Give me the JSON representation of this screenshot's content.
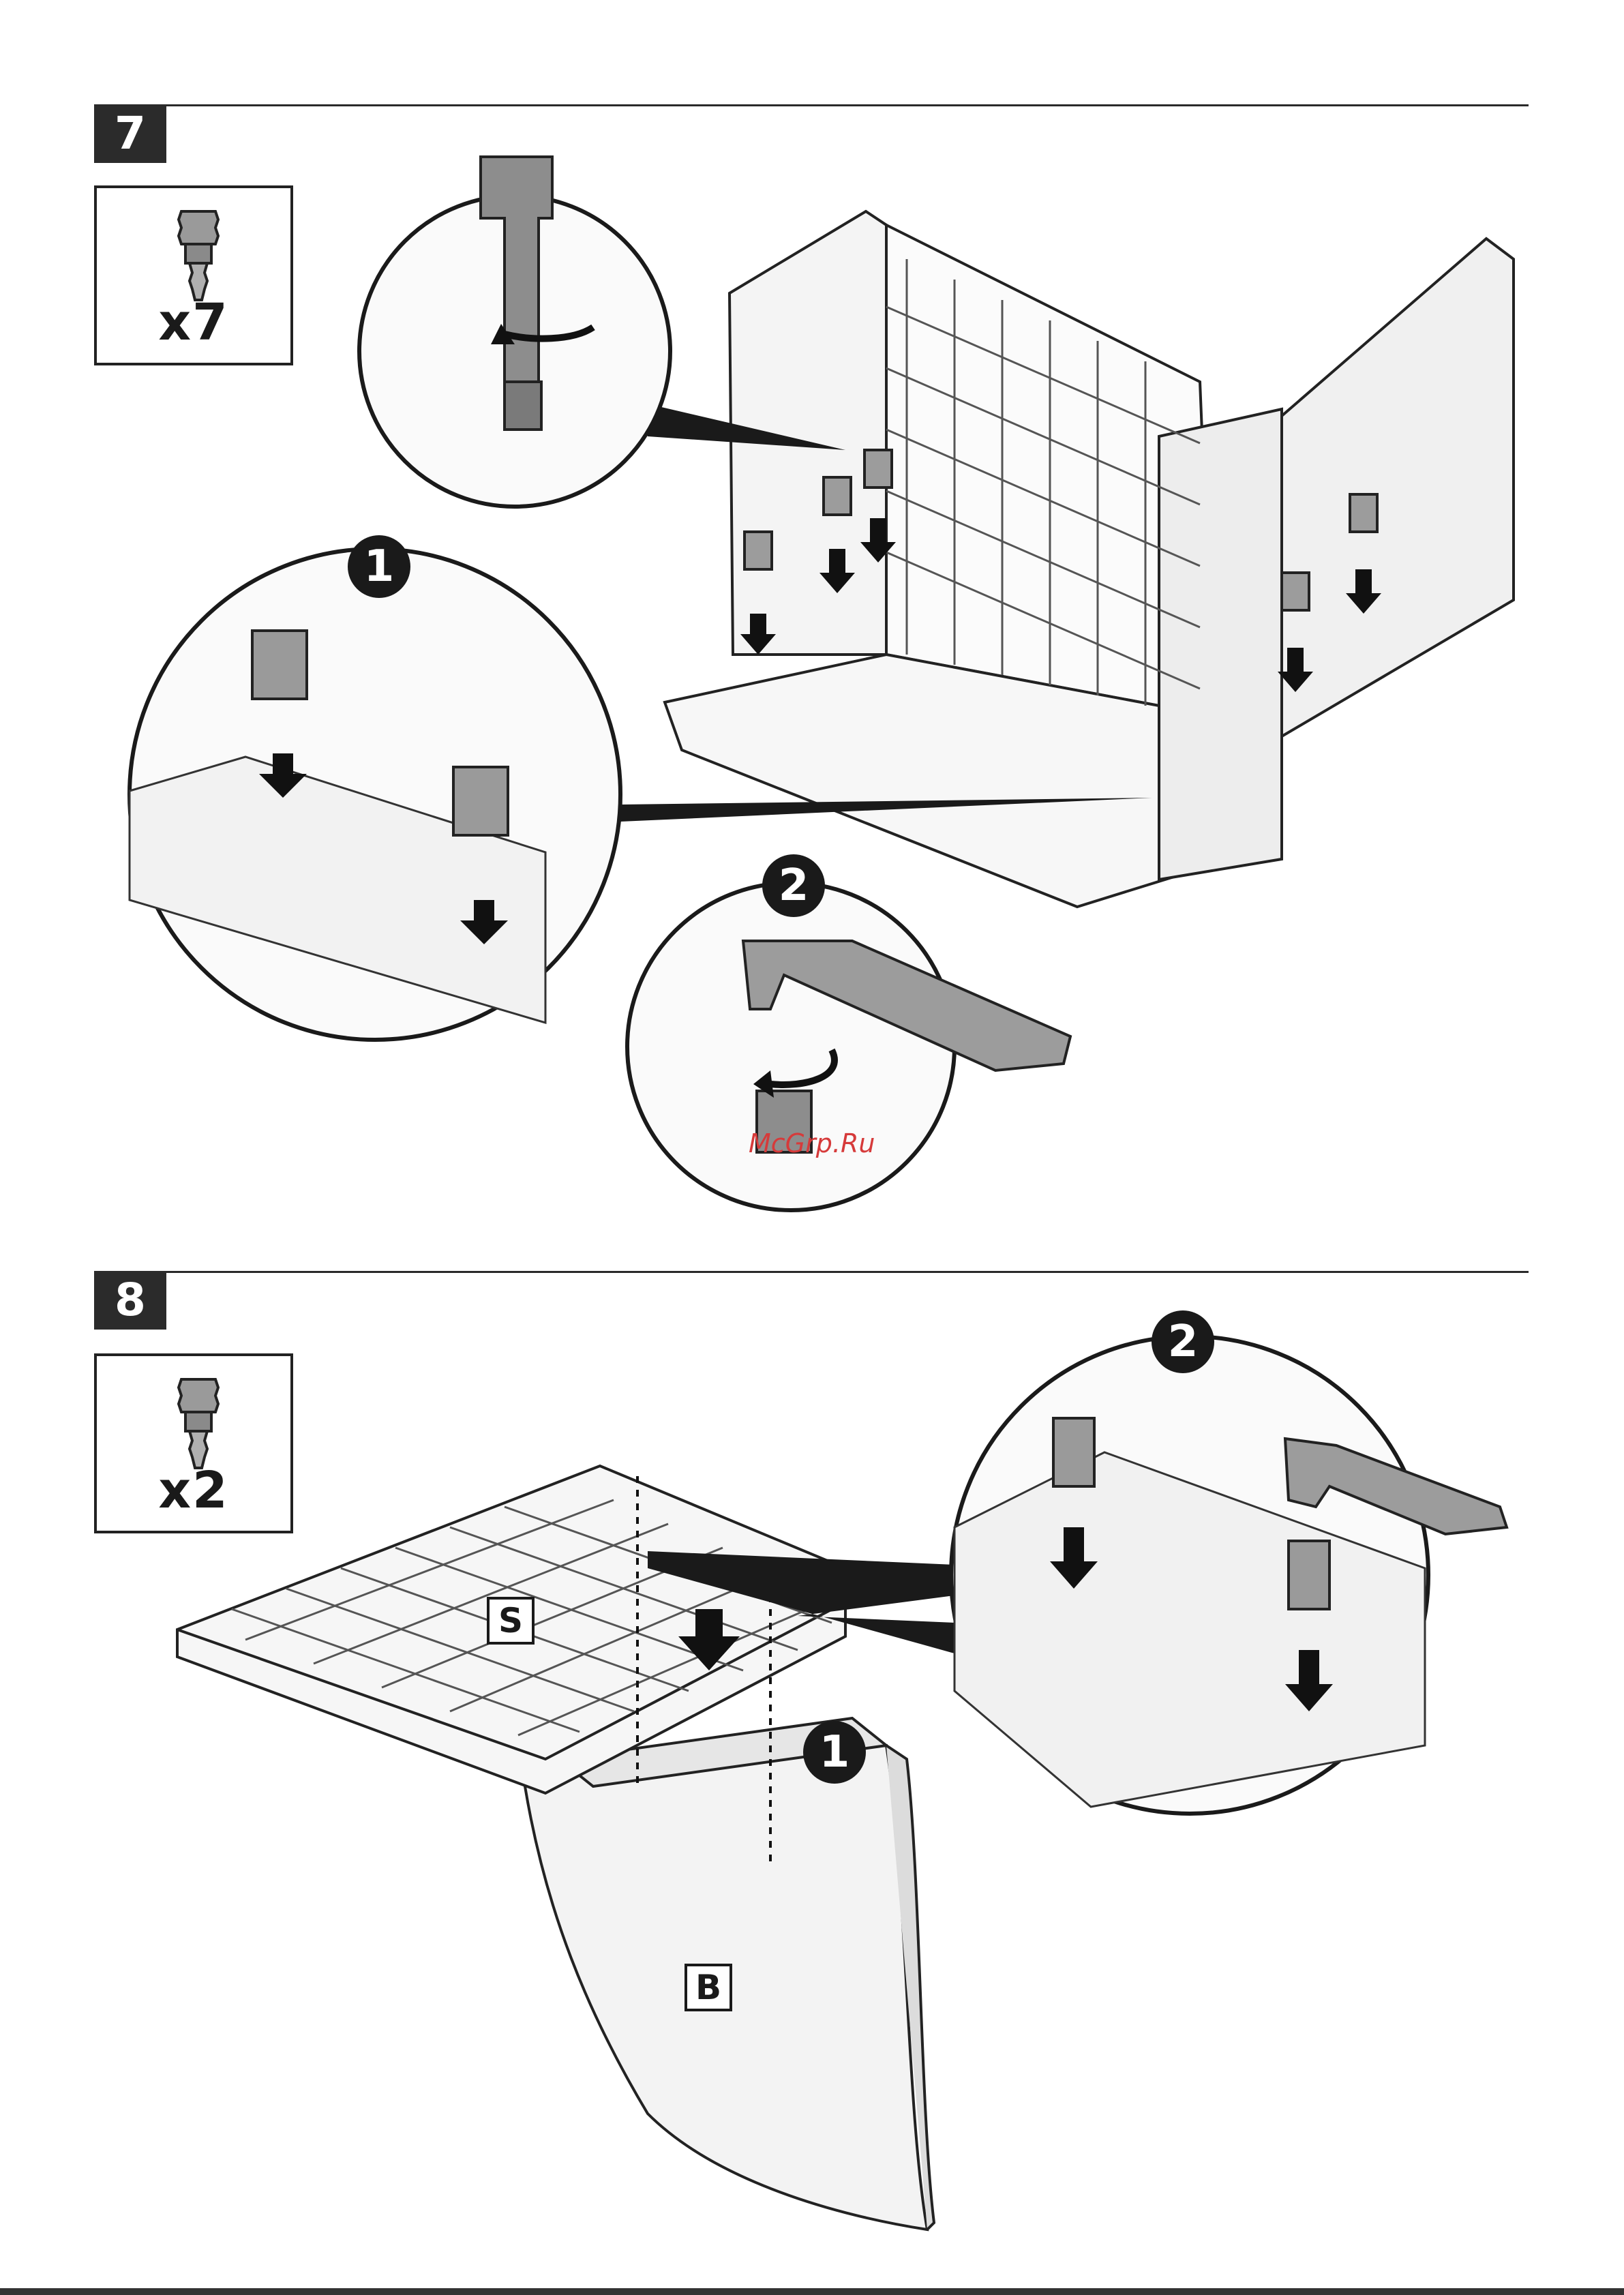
{
  "steps": [
    {
      "number": "7",
      "quantity": "x7",
      "callouts": [
        "1",
        "2"
      ]
    },
    {
      "number": "8",
      "quantity": "x2",
      "callouts": [
        "1",
        "2"
      ],
      "parts": [
        "S",
        "B"
      ]
    }
  ],
  "watermark": "McGrp.Ru"
}
